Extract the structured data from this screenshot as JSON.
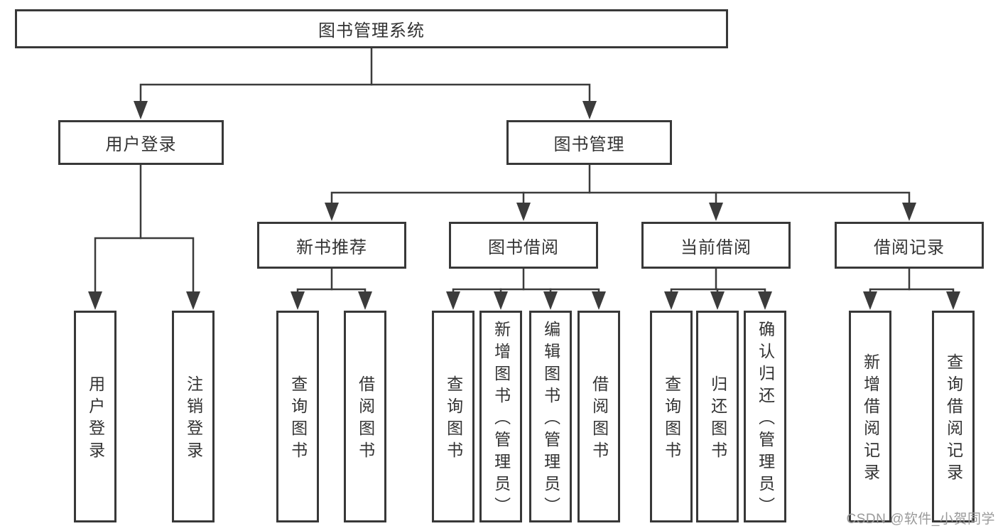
{
  "diagram": {
    "root": {
      "label": "图书管理系统"
    },
    "branches": [
      {
        "label": "用户登录",
        "children": [
          {
            "label": "用户登录"
          },
          {
            "label": "注销登录"
          }
        ]
      },
      {
        "label": "图书管理",
        "children": [
          {
            "label": "新书推荐",
            "children": [
              {
                "label": "查询图书"
              },
              {
                "label": "借阅图书"
              }
            ]
          },
          {
            "label": "图书借阅",
            "children": [
              {
                "label": "查询图书"
              },
              {
                "label": "新增图书（管理员）"
              },
              {
                "label": "编辑图书（管理员）"
              },
              {
                "label": "借阅图书"
              }
            ]
          },
          {
            "label": "当前借阅",
            "children": [
              {
                "label": "查询图书"
              },
              {
                "label": "归还图书"
              },
              {
                "label": "确认归还（管理员）"
              }
            ]
          },
          {
            "label": "借阅记录",
            "children": [
              {
                "label": "新增借阅记录"
              },
              {
                "label": "查询借阅记录"
              }
            ]
          }
        ]
      }
    ]
  },
  "watermark": {
    "text": "CSDN @软件_小贺同学"
  },
  "colors": {
    "line": "#3b3b3b",
    "box_border": "#383838",
    "text": "#333333",
    "watermark": "#9a9a9a",
    "background": "#ffffff"
  }
}
